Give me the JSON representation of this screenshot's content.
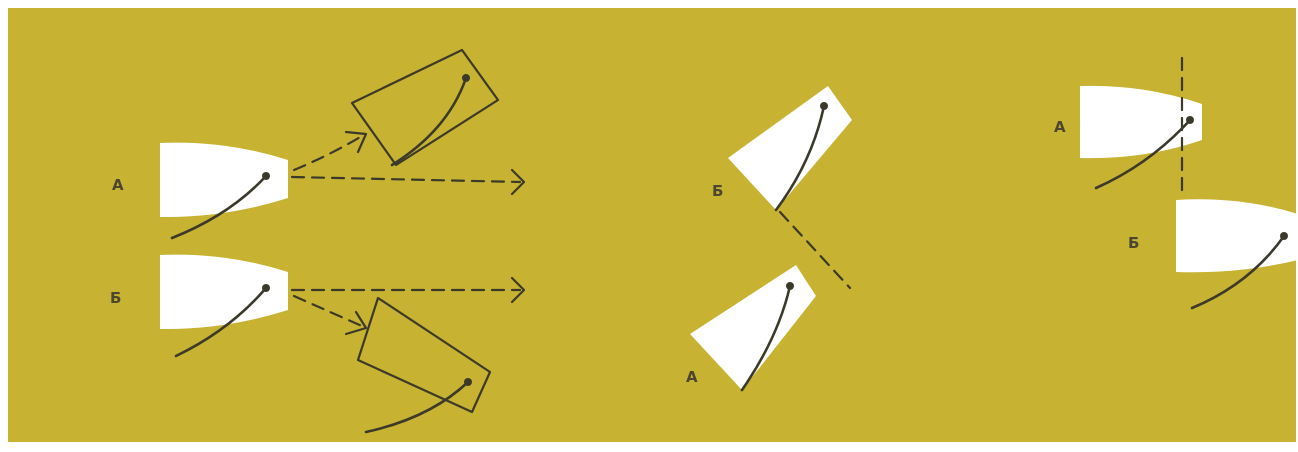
{
  "colors": {
    "background": "#c7b232",
    "boat": "#ffffff",
    "ink": "#3b3a2a"
  },
  "labels": {
    "scene1_a": "А",
    "scene1_b": "Б",
    "scene2_b": "Б",
    "scene2_a": "А",
    "scene3_a": "А",
    "scene3_b": "Б"
  }
}
